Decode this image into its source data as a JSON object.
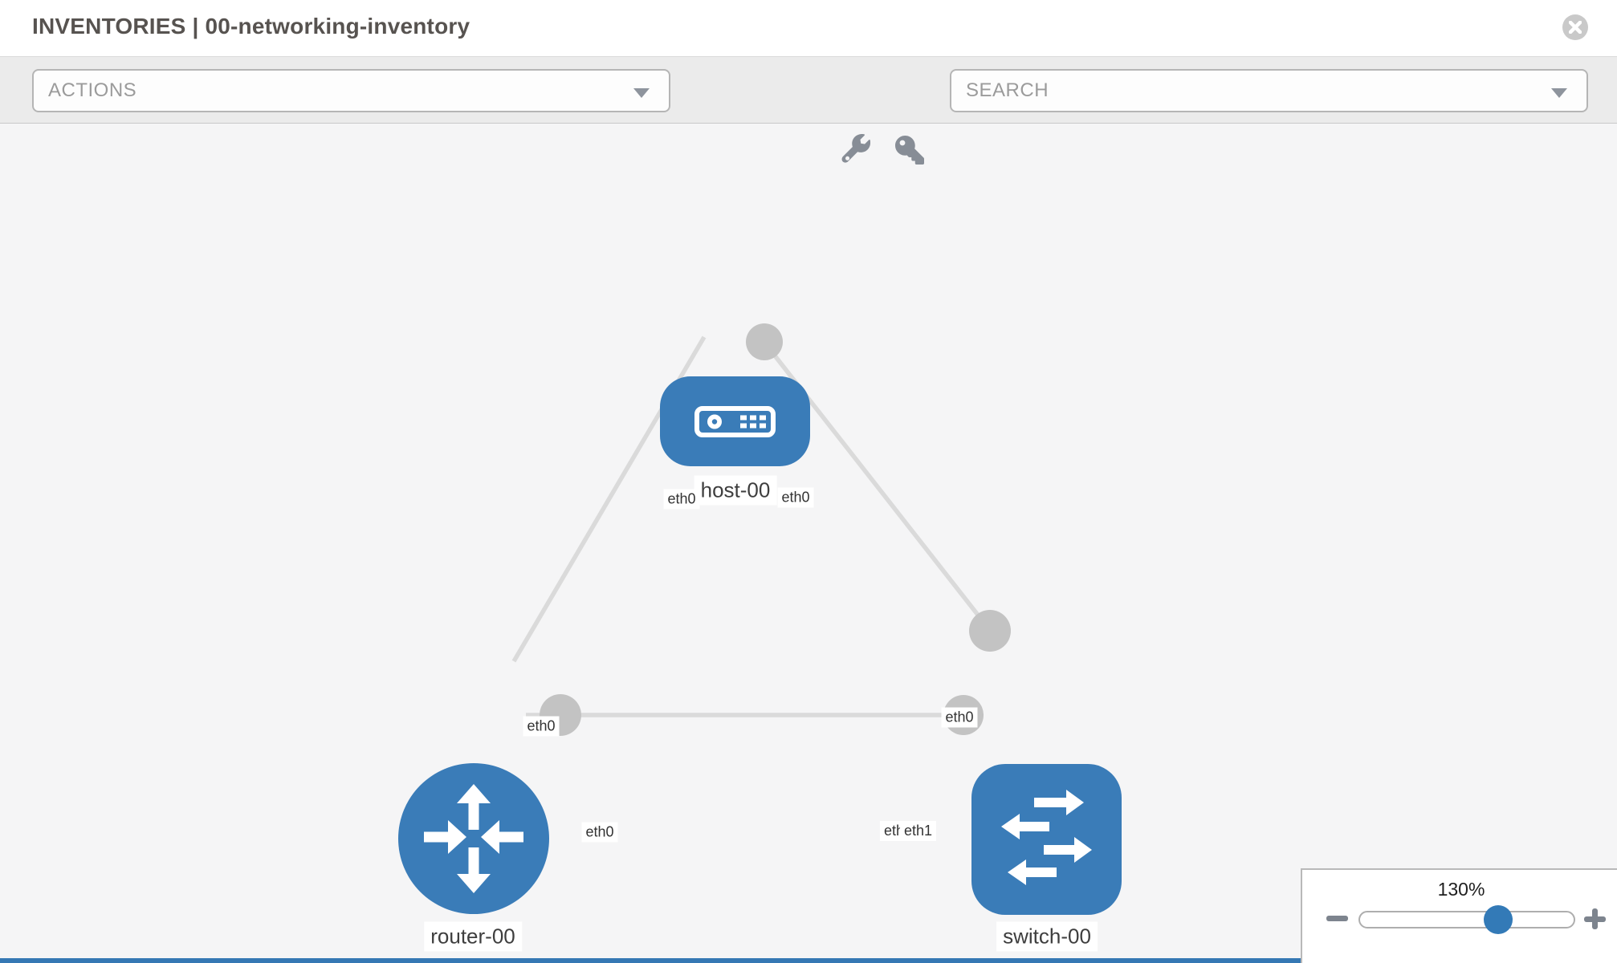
{
  "header": {
    "title": "INVENTORIES | 00-networking-inventory"
  },
  "toolbar": {
    "actions_label": "ACTIONS",
    "search_placeholder": "SEARCH"
  },
  "diagram": {
    "nodes": [
      {
        "name": "host-00",
        "type": "host"
      },
      {
        "name": "router-00",
        "type": "router"
      },
      {
        "name": "switch-00",
        "type": "switch"
      }
    ],
    "links": [
      {
        "from": "host-00",
        "from_if": "eth0",
        "to": "router-00",
        "to_if": "eth0"
      },
      {
        "from": "host-00",
        "from_if": "eth0",
        "to": "switch-00",
        "to_if": "eth0"
      },
      {
        "from": "router-00",
        "from_if": "eth0",
        "to": "switch-00",
        "to_if": "eth1",
        "to_if_overlapped_label": "eth0"
      }
    ]
  },
  "zoom_control": {
    "level": "130%"
  },
  "colors": {
    "node_blue": "#3a7cb8",
    "slider_handle_blue": "#337ab7",
    "edge_gray": "#dadada",
    "connector_gray": "#c3c3c3",
    "toolbar_bg": "#ebebeb",
    "canvas_bg": "#f5f5f6"
  }
}
